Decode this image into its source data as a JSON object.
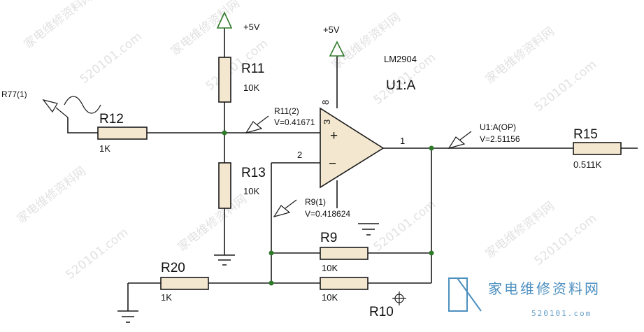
{
  "supplies": {
    "left_label": "+5V",
    "opamp_label": "+5V"
  },
  "opamp": {
    "part_number": "LM2904",
    "designator": "U1:A",
    "pin_noninv": "3",
    "pin_inv": "2",
    "pin_out": "1",
    "pin_vcc": "8"
  },
  "resistors": {
    "r11": {
      "ref": "R11",
      "value": "10K"
    },
    "r12": {
      "ref": "R12",
      "value": "1K"
    },
    "r13": {
      "ref": "R13",
      "value": "10K"
    },
    "r15": {
      "ref": "R15",
      "value": "0.511K"
    },
    "r9": {
      "ref": "R9",
      "value": "10K"
    },
    "r10": {
      "ref": "R10",
      "value": "10K"
    },
    "r20": {
      "ref": "R20",
      "value": "1K"
    }
  },
  "probes": {
    "r77": {
      "name": "R77(1)"
    },
    "r11_2": {
      "name": "R11(2)",
      "reading": "V=0.41671"
    },
    "r9_1": {
      "name": "R9(1)",
      "reading": "V=0.418624"
    },
    "u1_op": {
      "name": "U1:A(OP)",
      "reading": "V=2.51156"
    }
  },
  "watermark": {
    "text": "520101.com",
    "text_cn": "家电维修资料网"
  },
  "logo": {
    "text": "家电维修资料网",
    "sub": "520101.com"
  },
  "colors": {
    "resistor_fill": "#f3e7cf",
    "supply_arrow": "#2f7a2a",
    "logo_blue": "#4d8fbf"
  }
}
